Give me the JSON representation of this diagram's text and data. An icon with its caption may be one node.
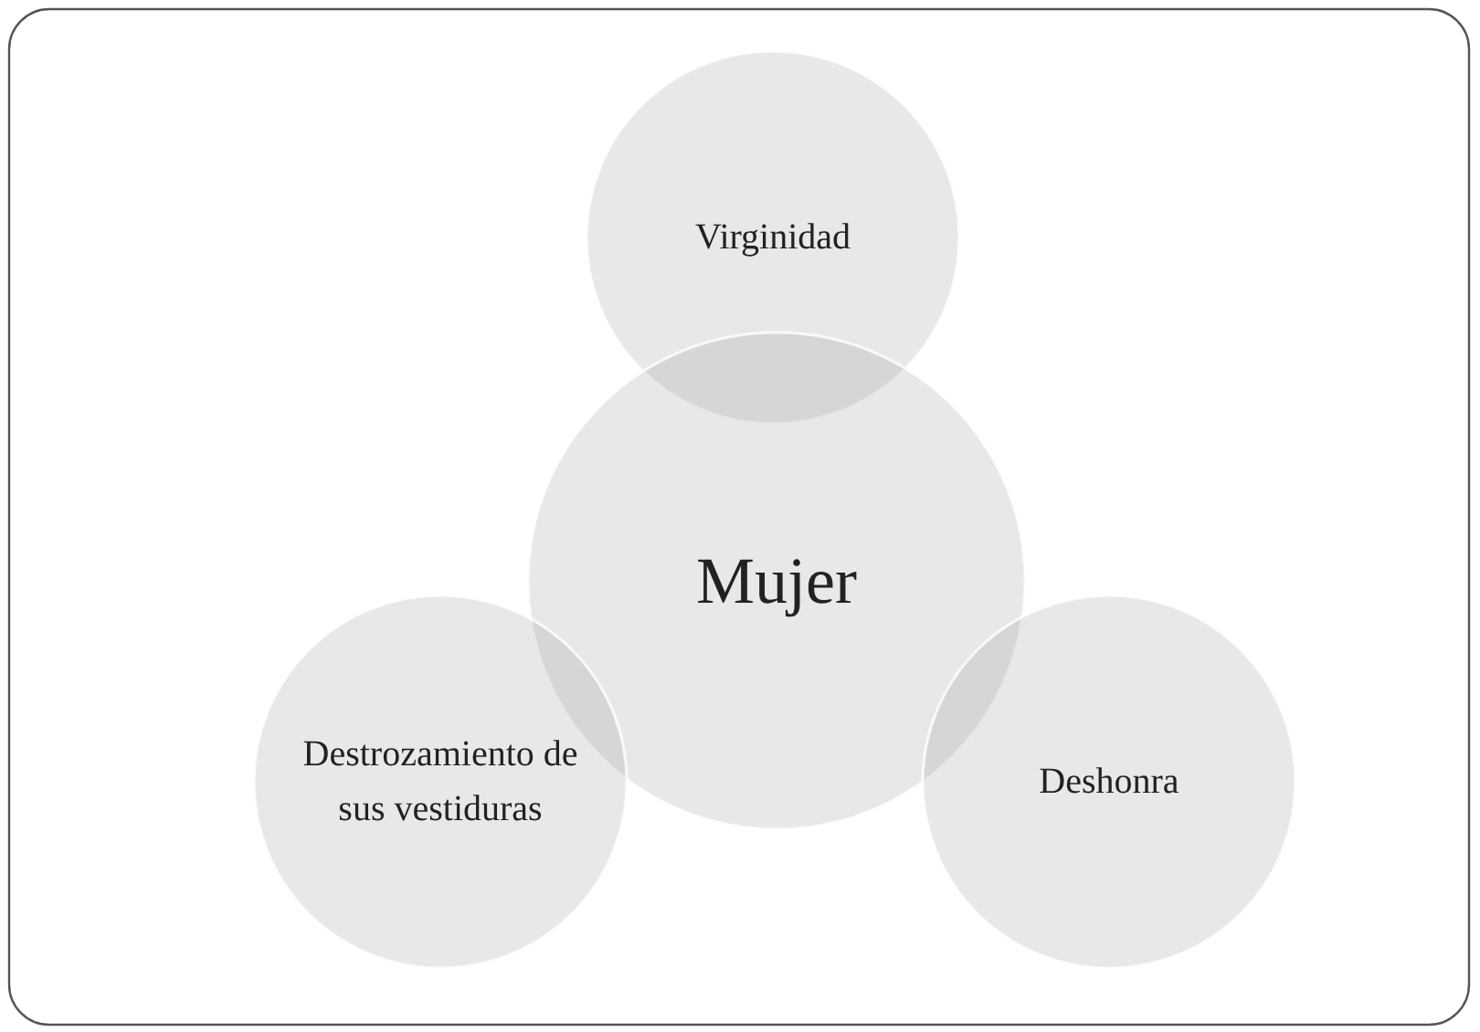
{
  "diagram": {
    "nodes": [
      {
        "text": [
          "Virginidad"
        ]
      },
      {
        "text": [
          "Mujer"
        ]
      },
      {
        "text": [
          "Destrozamiento de sus vestiduras"
        ]
      },
      {
        "text": [
          "Deshonra"
        ]
      }
    ]
  }
}
